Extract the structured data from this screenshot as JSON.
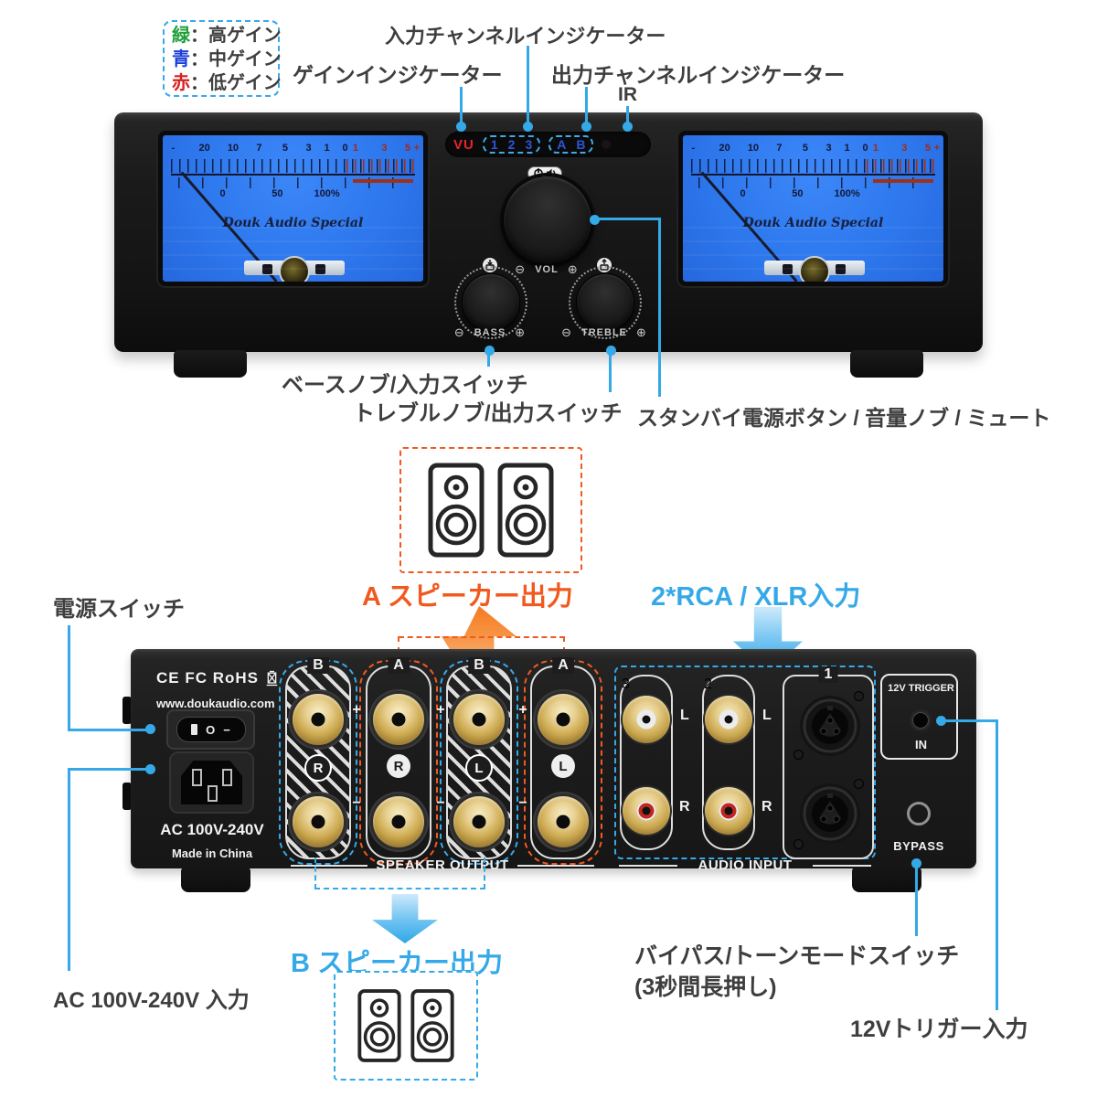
{
  "colors": {
    "callout_blue": "#35a9e8",
    "accent_orange": "#f1591f",
    "meter_blue": "#2e78ee",
    "display_red": "#e8252a",
    "display_blue": "#2d55d8",
    "legend_green": "#1e9e38",
    "legend_blue": "#1b3fd8",
    "legend_red": "#d61f1f",
    "gold": "#d9bc6a",
    "label_gray": "#3e3e3e"
  },
  "legend": {
    "items": [
      {
        "key": "緑",
        "label": "：高ゲイン"
      },
      {
        "key": "青",
        "label": "：中ゲイン"
      },
      {
        "key": "赤",
        "label": "：低ゲイン"
      }
    ]
  },
  "callout_labels": {
    "input_channel": "入力チャンネルインジケーター",
    "gain": "ゲインインジケーター",
    "output_channel": "出力チャンネルインジケーター",
    "ir": "IR",
    "bass_knob": "ベースノブ/入力スイッチ",
    "treble_knob": "トレブルノブ/出力スイッチ",
    "standby": "スタンバイ電源ボタン / 音量ノブ / ミュート",
    "speaker_a": "A スピーカー出力",
    "rca_xlr": "2*RCA / XLR入力",
    "power_switch": "電源スイッチ",
    "ac_input": "AC 100V-240V 入力",
    "speaker_b": "B スピーカー出力",
    "bypass_1": "バイパス/トーンモードスイッチ",
    "bypass_2": "(3秒間長押し)",
    "trigger": "12Vトリガー入力"
  },
  "front_panel": {
    "display": {
      "vu": "VU",
      "input_channels": [
        "1",
        "2",
        "3"
      ],
      "output_channels": [
        "A",
        "B"
      ]
    },
    "vu_meter": {
      "scale_top": [
        "-",
        "20",
        "10",
        "7",
        "5",
        "3",
        "1",
        "0",
        "1",
        "3",
        "5",
        "+"
      ],
      "scale_bottom": [
        "0",
        "50",
        "100%"
      ],
      "brand": "Douk Audio Special"
    },
    "controls": {
      "minus": "⊖",
      "plus": "⊕",
      "vol": "VOL",
      "bass": "BASS",
      "treble": "TREBLE"
    }
  },
  "back_panel": {
    "certs": "CE FC RoHS",
    "website": "www.doukaudio.com",
    "rocker_o": "O",
    "rocker_dash": "−",
    "voltage": "AC 100V-240V",
    "origin": "Made in China",
    "plus": "+",
    "minus": "−",
    "speaker_output": "SPEAKER OUTPUT",
    "audio_input": "AUDIO INPUT",
    "speaker_columns": [
      {
        "group": "B",
        "channel": "R"
      },
      {
        "group": "A",
        "channel": "R"
      },
      {
        "group": "B",
        "channel": "L"
      },
      {
        "group": "A",
        "channel": "L"
      }
    ],
    "rca_columns": [
      {
        "number": "3",
        "top": "L",
        "bottom": "R"
      },
      {
        "number": "2",
        "top": "L",
        "bottom": "R"
      }
    ],
    "xlr_column": {
      "number": "1"
    },
    "trigger_title": "12V TRIGGER",
    "trigger_in": "IN",
    "bypass": "BYPASS"
  }
}
